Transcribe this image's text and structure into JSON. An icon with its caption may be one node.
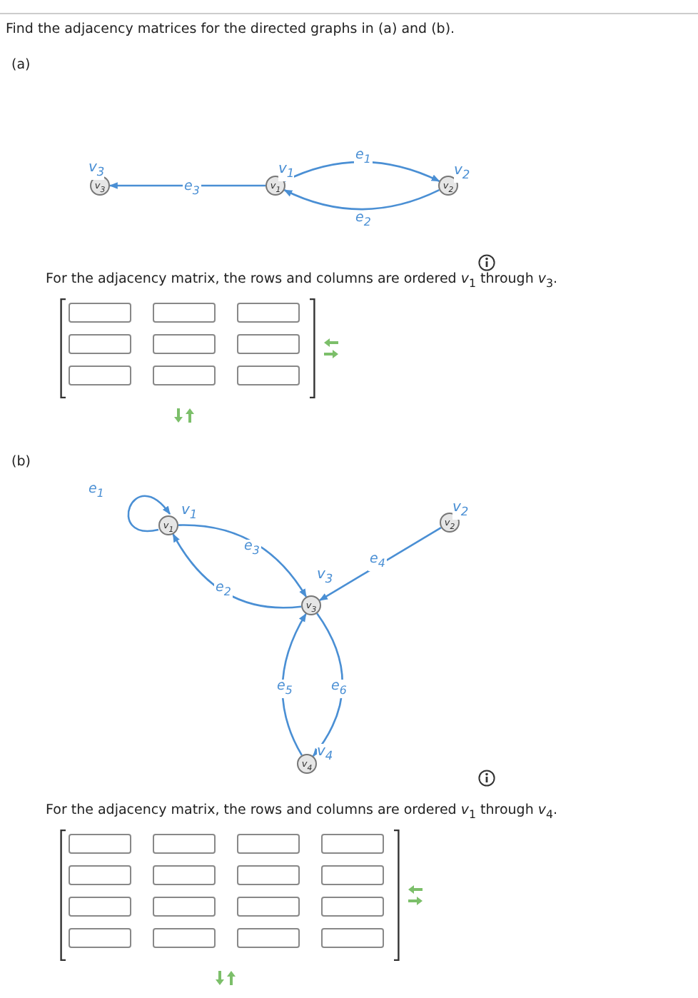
{
  "diagram": {
    "nodes": [
      {
        "text": [
          "v$_{3}$"
        ],
        "beside": [
          "v$_{3}$"
        ]
      },
      {
        "text": [
          "v$_{1}$"
        ],
        "beside": [
          "v$_{1}$"
        ]
      },
      {
        "text": [
          "v$_{2}$"
        ],
        "beside": [
          "v$_{2}$"
        ]
      },
      {
        "text": [
          "v$_{1}$"
        ],
        "beside": [
          "v$_{1}$"
        ]
      },
      {
        "text": [
          "v$_{2}$"
        ],
        "beside": [
          "v$_{2}$"
        ]
      },
      {
        "text": [
          "v$_{3}$"
        ],
        "beside": [
          "v$_{3}$"
        ]
      },
      {
        "text": [
          "v$_{4}$"
        ],
        "beside": [
          "v$_{4}$"
        ]
      }
    ],
    "edges": [
      {
        "from": 1,
        "to": 2,
        "arrow": "to",
        "label": "e$_{1}$"
      },
      {
        "from": 2,
        "to": 1,
        "arrow": "to",
        "label": "e$_{2}$"
      },
      {
        "from": 1,
        "to": 0,
        "arrow": "to",
        "label": "e$_{3}$"
      },
      {
        "from": 3,
        "to": 3,
        "arrow": "to",
        "label": "e$_{1}$"
      },
      {
        "from": 5,
        "to": 3,
        "arrow": "to",
        "label": "e$_{2}$"
      },
      {
        "from": 3,
        "to": 5,
        "arrow": "to",
        "label": "e$_{3}$"
      },
      {
        "from": 4,
        "to": 5,
        "arrow": "to",
        "label": "e$_{4}$"
      },
      {
        "from": 6,
        "to": 5,
        "arrow": "to",
        "label": "e$_{5}$"
      },
      {
        "from": 5,
        "to": 6,
        "arrow": "to",
        "label": "e$_{6}$"
      }
    ],
    "labels": [
      "Find the adjacency matrices for the directed graphs in (a) and (b).",
      "(a)",
      "For the adjacency matrix, the rows and columns are ordered *v*$_{1}$ through *v*$_{3}$.",
      "(b)",
      "For the adjacency matrix, the rows and columns are ordered *v*$_{1}$ through *v*$_{4}$."
    ]
  }
}
